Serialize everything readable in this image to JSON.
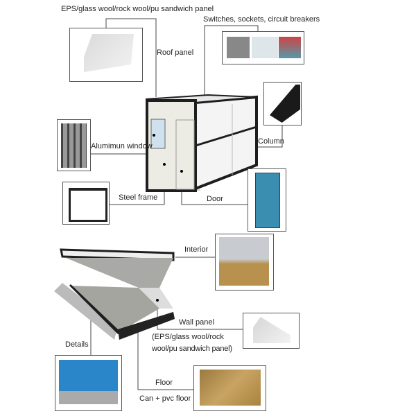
{
  "labels": {
    "roof_material": "EPS/glass wool/rock wool/pu sandwich panel",
    "roof_panel": "Roof panel",
    "switches": "Switches, sockets, circuit breakers",
    "column": "Column",
    "window": "Alumimun window",
    "steel_frame": "Steel frame",
    "door": "Door",
    "interior": "Interior",
    "wall_panel": "Wall panel",
    "wall_material_1": "(EPS/glass wool/rock",
    "wall_material_2": "wool/pu sandwich panel)",
    "details": "Details",
    "floor": "Floor",
    "floor_material": "Can + pvc floor"
  },
  "colors": {
    "frame": "#1e1e1e",
    "door": "#3a8fb0",
    "wood": "#b8914f",
    "blue_panel": "#2a86c8"
  }
}
